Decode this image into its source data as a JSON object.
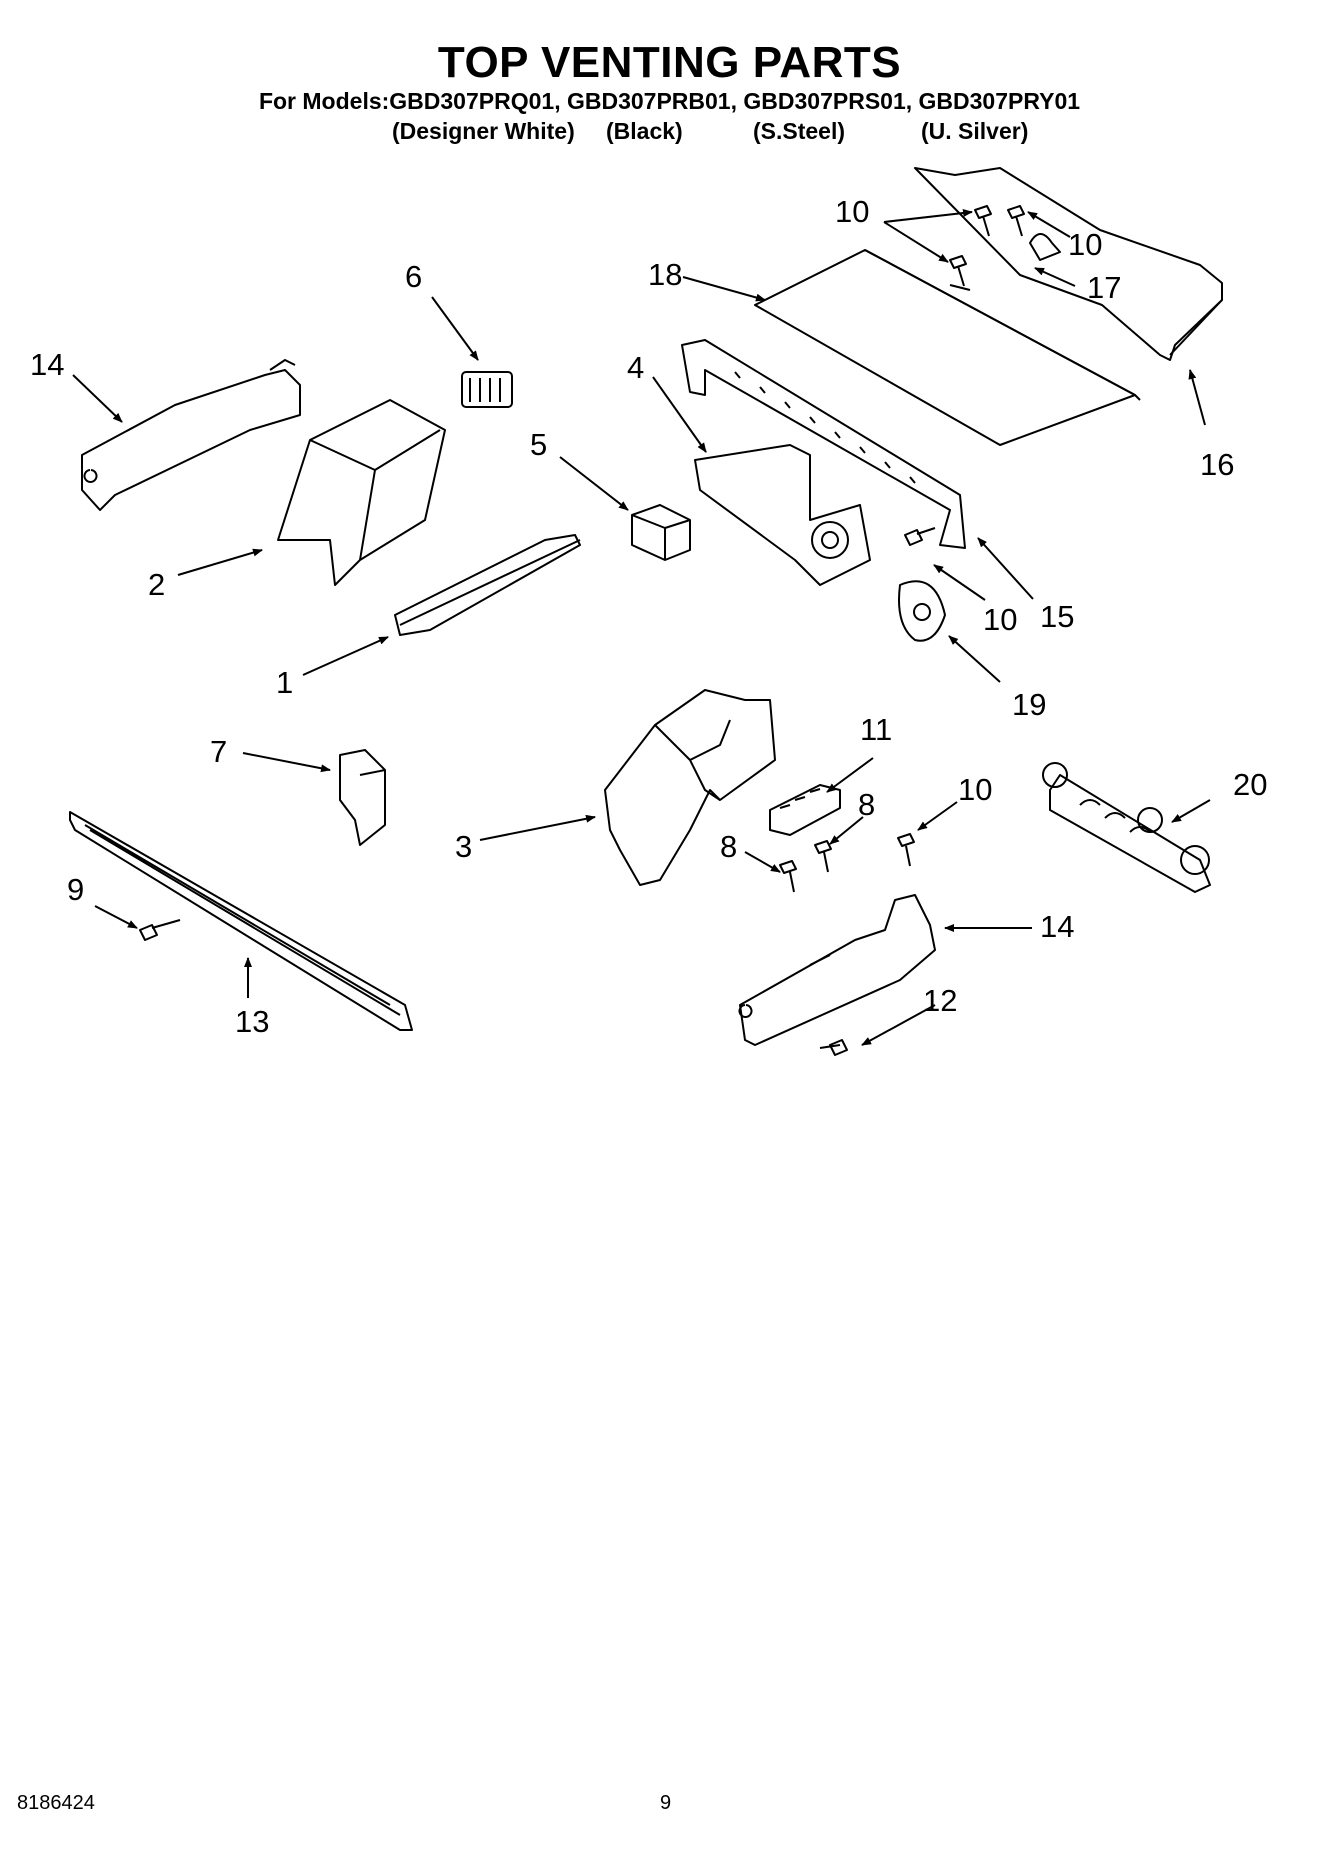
{
  "header": {
    "title": "TOP VENTING PARTS",
    "models_line": "For Models:GBD307PRQ01, GBD307PRB01, GBD307PRS01, GBD307PRY01",
    "colors": [
      "(Designer White)",
      "(Black)",
      "(S.Steel)",
      "(U. Silver)"
    ]
  },
  "callouts": {
    "c1": "1",
    "c2": "2",
    "c3": "3",
    "c4": "4",
    "c5": "5",
    "c6": "6",
    "c7": "7",
    "c8a": "8",
    "c8b": "8",
    "c9": "9",
    "c10a": "10",
    "c10b": "10",
    "c10c": "10",
    "c10d": "10",
    "c11": "11",
    "c12": "12",
    "c13": "13",
    "c14a": "14",
    "c14b": "14",
    "c15": "15",
    "c16": "16",
    "c17": "17",
    "c18": "18",
    "c19": "19",
    "c20": "20"
  },
  "footer": {
    "doc_number": "8186424",
    "page_number": "9"
  }
}
